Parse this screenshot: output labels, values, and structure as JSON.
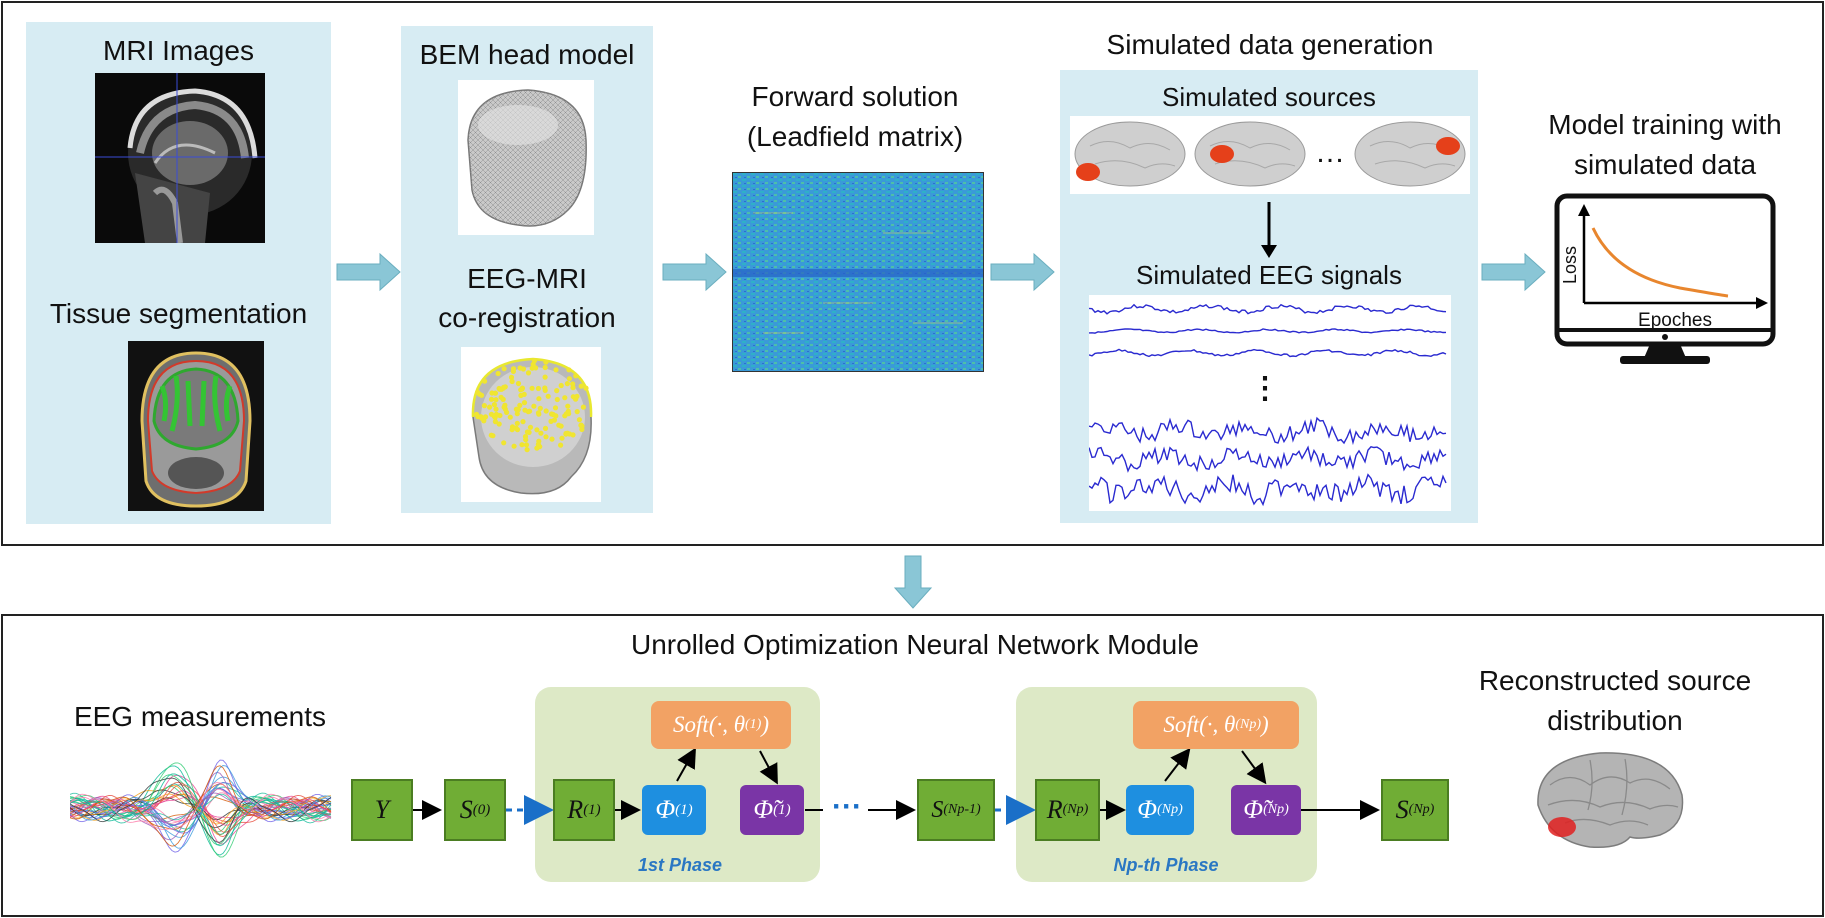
{
  "top_panel": {
    "mri_title": "MRI Images",
    "tissue_title": "Tissue segmentation",
    "bem_title": "BEM head model",
    "coreg_line1": "EEG-MRI",
    "coreg_line2": "co-registration",
    "forward_line1": "Forward solution",
    "forward_line2": "(Leadfield matrix)",
    "simgen_title": "Simulated data generation",
    "simsources_title": "Simulated sources",
    "ellipsis": "…",
    "simeeg_title": "Simulated EEG signals",
    "vdots": "⋮",
    "training_line1": "Model training with",
    "training_line2": "simulated data",
    "loss_label": "Loss",
    "epoches_label": "Epoches"
  },
  "bottom_panel": {
    "title": "Unrolled Optimization Neural Network Module",
    "eeg_title": "EEG measurements",
    "recon_line1": "Reconstructed source",
    "recon_line2": "distribution",
    "nodes": {
      "y": "Y",
      "s0_base": "S",
      "s0_sup": "(0)",
      "r1_base": "R",
      "r1_sup": "(1)",
      "phi1_base": "Φ",
      "phi1_sup": "(1)",
      "phit1_base": "Φ̃",
      "phit1_sup": "(1)",
      "soft1_base": "Soft(·, θ",
      "soft1_sup": "(1)",
      "soft1_end": ")",
      "snp1_base": "S",
      "snp1_sup": "(Np-1)",
      "rnp_base": "R",
      "rnp_sup": "(Np)",
      "phinp_base": "Φ",
      "phinp_sup": "(Np)",
      "phitnp_base": "Φ̃",
      "phitnp_sup": "(Np)",
      "softnp_base": "Soft(·, θ",
      "softnp_sup": "(Np)",
      "softnp_end": ")",
      "snp_base": "S",
      "snp_sup": "(Np)"
    },
    "phase1_label": "1st Phase",
    "phasenp_label": "Np-th Phase",
    "dots": "···"
  },
  "colors": {
    "light_blue_bg": "#d7ecf3",
    "light_green_bg": "#dde9c6",
    "node_green": "#70ad35",
    "node_blue": "#1e8fe0",
    "node_purple": "#7a35a6",
    "node_orange": "#f2a264",
    "flow_arrow": "#8ac6d6",
    "loss_curve": "#e8862e",
    "eeg_trace": "#2a2ad0"
  }
}
